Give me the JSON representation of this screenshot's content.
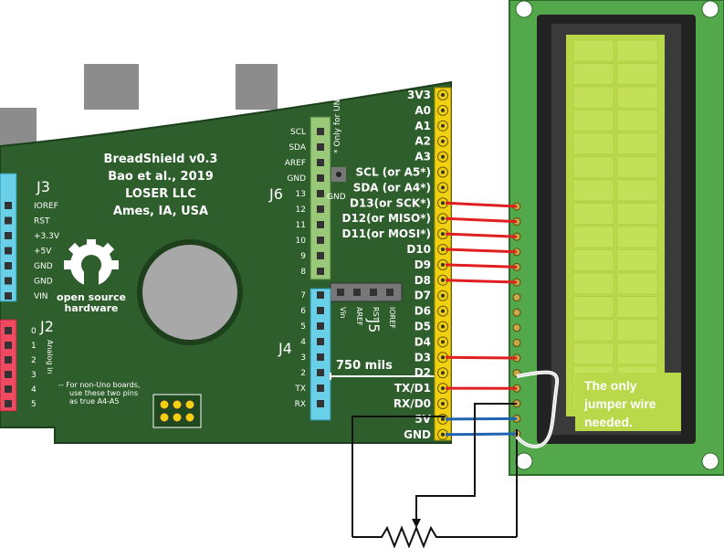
{
  "board": {
    "title": "BreadShield v0.3",
    "authors": "Bao et al., 2019",
    "company": "LOSER LLC",
    "location": "Ames, IA, USA",
    "logo_line1": "open source",
    "logo_line2": "hardware"
  },
  "j3": {
    "ref": "J3",
    "pins": [
      "IOREF",
      "RST",
      "+3.3V",
      "+5V",
      "GND",
      "GND",
      "VIN"
    ]
  },
  "j2": {
    "ref": "J2",
    "pins": [
      "0",
      "1",
      "2",
      "3",
      "4",
      "5"
    ],
    "group_label": "Analog in",
    "note_line1": "-- For non-Uno boards,",
    "note_line2": "use these two pins",
    "note_line3": "as true A4-A5"
  },
  "j6": {
    "ref": "J6",
    "note": "* Only for UNO",
    "pins": [
      "SCL",
      "SDA",
      "AREF",
      "GND",
      "13",
      "12",
      "11",
      "10",
      "9",
      "8"
    ]
  },
  "j4": {
    "ref": "J4",
    "pins": [
      "7",
      "6",
      "5",
      "4",
      "3",
      "2",
      "TX",
      "RX"
    ]
  },
  "j5": {
    "ref": "J5",
    "pins": [
      "Vin",
      "AREF",
      "RST",
      "IOREF"
    ]
  },
  "gnd_pad_label": "GND",
  "header_pins": [
    "3V3",
    "A0",
    "A1",
    "A2",
    "A3",
    "SCL (or A5*)",
    "SDA (or A4*)",
    "D13(or SCK*)",
    "D12(or MISO*)",
    "D11(or MOSI*)",
    "D10",
    "D9",
    "D8",
    "D7",
    "D6",
    "D5",
    "D4",
    "D3",
    "D2",
    "TX/D1",
    "RX/D0",
    "5V",
    "GND"
  ],
  "dimension_label": "750 mils",
  "callout": {
    "line1": "The only",
    "line2": "jumper wire",
    "line3": "needed."
  },
  "colors": {
    "board": "#2d5e2b",
    "board_dark": "#1f4a1e",
    "lcd_frame": "#53a84b",
    "lcd_screen": "#b9d84a",
    "wire_red": "#e02020",
    "wire_blue": "#1f64b0",
    "header_yellow": "#f0d010",
    "j3_cyan": "#6ad0e8",
    "j2_red": "#ef4a62",
    "j6_green": "#98c878"
  }
}
